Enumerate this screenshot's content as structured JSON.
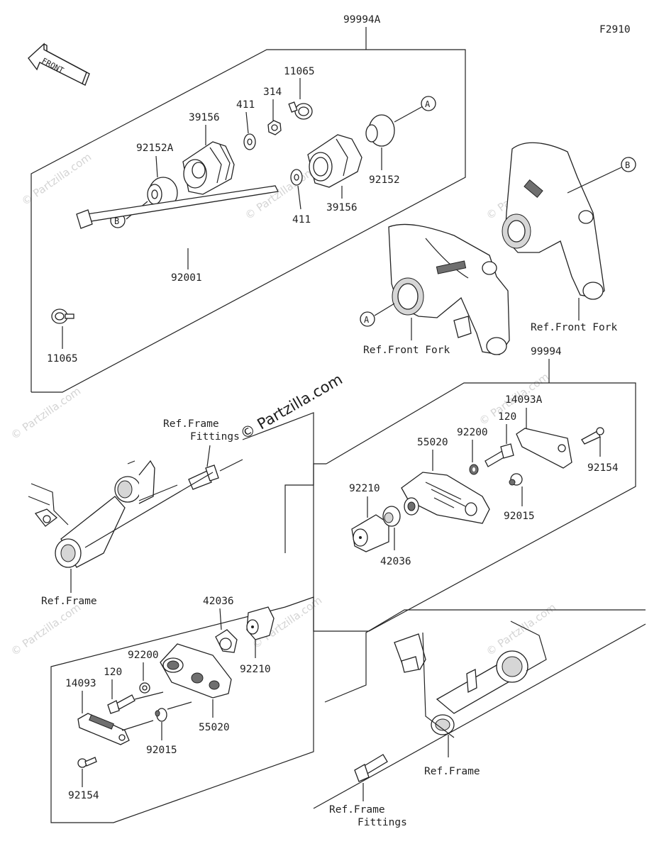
{
  "figure_code": "F2910",
  "front_arrow_label": "FRONT",
  "watermark_center": "© Partzilla.com",
  "watermark_small": "© Partzilla.com",
  "callouts": {
    "a": "A",
    "b": "B"
  },
  "labels": {
    "kit_top": "99994A",
    "kit_right": "99994",
    "c11065_top": "11065",
    "c314": "314",
    "c411_top": "411",
    "c39156_left": "39156",
    "c92152A": "92152A",
    "c39156_right": "39156",
    "c411_bottom": "411",
    "c92152": "92152",
    "c92001": "92001",
    "c11065_bottom": "11065",
    "ref_front_fork_left": "Ref.Front Fork",
    "ref_front_fork_right": "Ref.Front Fork",
    "ref_frame_fittings_top_1": "Ref.Frame",
    "ref_frame_fittings_top_2": "Fittings",
    "ref_frame_left": "Ref.Frame",
    "r14093A": "14093A",
    "r120": "120",
    "r92200": "92200",
    "r55020": "55020",
    "r92154": "92154",
    "r92210": "92210",
    "r92015": "92015",
    "r42036": "42036",
    "l42036": "42036",
    "l92210": "92210",
    "l92200": "92200",
    "l120": "120",
    "l14093": "14093",
    "l55020": "55020",
    "l92015": "92015",
    "l92154": "92154",
    "ref_frame_right": "Ref.Frame",
    "ref_frame_fittings_bottom_1": "Ref.Frame",
    "ref_frame_fittings_bottom_2": "Fittings"
  }
}
